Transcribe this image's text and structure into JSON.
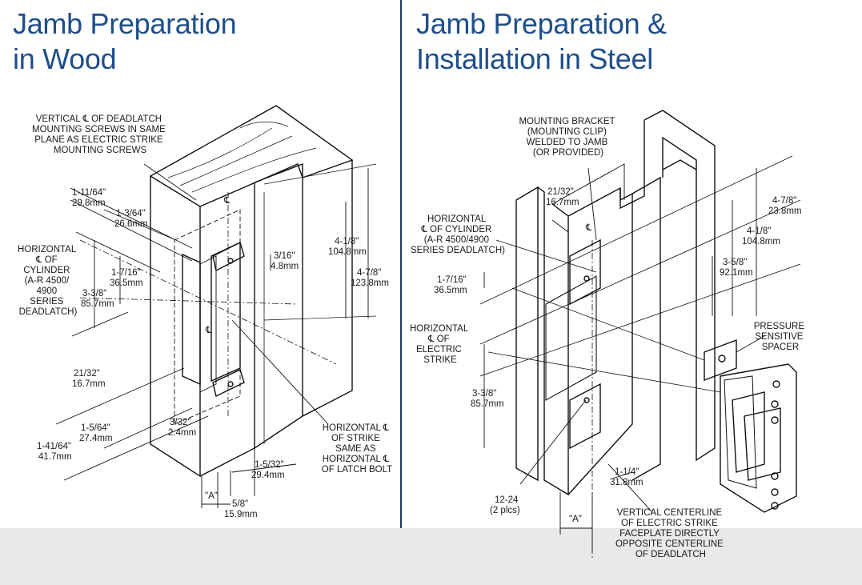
{
  "left": {
    "title_line1": "Jamb Preparation",
    "title_line2": "in Wood",
    "labels": {
      "vertical_cl": [
        "VERTICAL ℄ OF DEADLATCH",
        "MOUNTING SCREWS IN SAME",
        "PLANE AS ELECTRIC STRIKE",
        "MOUNTING SCREWS"
      ],
      "dim_1_11_64": [
        "1-11/64\"",
        "29.8mm"
      ],
      "dim_1_3_64": [
        "1-3/64\"",
        "26.6mm"
      ],
      "horizontal_cyl": [
        "HORIZONTAL",
        "℄ OF",
        "CYLINDER",
        "(A-R 4500/",
        "4900",
        "SERIES",
        "DEADLATCH)"
      ],
      "dim_1_7_16": [
        "1-7/16\"",
        "36.5mm"
      ],
      "dim_3_3_8": [
        "3-3/8\"",
        "85.7mm"
      ],
      "dim_3_16": [
        "3/16\"",
        "4.8mm"
      ],
      "dim_4_1_8": [
        "4-1/8\"",
        "104.8mm"
      ],
      "dim_4_7_8": [
        "4-7/8\"",
        "123.8mm"
      ],
      "dim_21_32": [
        "21/32\"",
        "16.7mm"
      ],
      "dim_1_5_64": [
        "1-5/64\"",
        "27.4mm"
      ],
      "dim_3_32": [
        "3/32\"",
        "2.4mm"
      ],
      "dim_1_41_64": [
        "1-41/64\"",
        "41.7mm"
      ],
      "dim_1_5_32": [
        "1-5/32\"",
        "29.4mm"
      ],
      "dim_a": "\"A\"",
      "dim_5_8": [
        "5/8\"",
        "15.9mm"
      ],
      "horizontal_strike": [
        "HORIZONTAL ℄",
        "OF STRIKE",
        "SAME AS",
        "HORIZONTAL ℄",
        "OF LATCH BOLT"
      ],
      "cl_mark": "℄"
    }
  },
  "right": {
    "title_line1": "Jamb Preparation &",
    "title_line2": "Installation in Steel",
    "labels": {
      "mounting_bracket": [
        "MOUNTING BRACKET",
        "(MOUNTING CLIP)",
        "WELDED TO JAMB",
        "(OR PROVIDED)"
      ],
      "dim_21_32": [
        "21/32\"",
        "16.7mm"
      ],
      "horizontal_cyl": [
        "HORIZONTAL",
        "℄  OF CYLINDER",
        "(A-R 4500/4900",
        "SERIES DEADLATCH)"
      ],
      "dim_1_7_16": [
        "1-7/16\"",
        "36.5mm"
      ],
      "horizontal_strike": [
        "HORIZONTAL",
        "℄  OF",
        "ELECTRIC",
        "STRIKE"
      ],
      "dim_3_3_8": [
        "3-3/8\"",
        "85.7mm"
      ],
      "dim_4_7_8": [
        "4-7/8\"",
        "23.8mm"
      ],
      "dim_4_1_8": [
        "4-1/8\"",
        "104.8mm"
      ],
      "dim_3_5_8": [
        "3-5/8\"",
        "92.1mm"
      ],
      "pressure_spacer": [
        "PRESSURE",
        "SENSITIVE",
        "SPACER"
      ],
      "dim_12_24": [
        "12-24",
        "(2 plcs)"
      ],
      "dim_1_1_4": [
        "1-1/4\"",
        "31.8mm"
      ],
      "dim_a": "\"A\"",
      "vertical_centerline": [
        "VERTICAL CENTERLINE",
        "OF ELECTRIC STRIKE",
        "FACEPLATE DIRECTLY",
        "OPPOSITE CENTERLINE",
        "OF DEADLATCH"
      ],
      "cl_mark": "℄"
    }
  }
}
